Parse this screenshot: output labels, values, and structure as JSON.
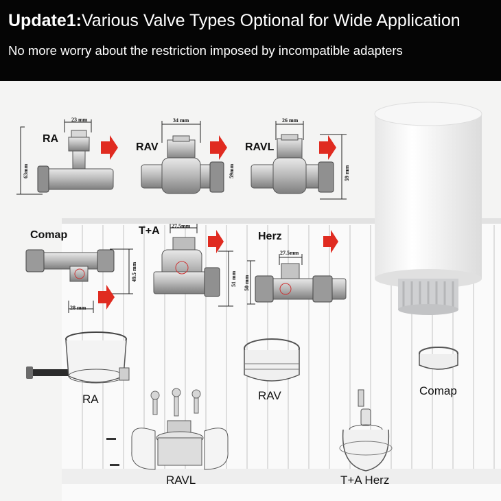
{
  "header": {
    "title_prefix": "Update1:",
    "title_rest": "Various Valve Types Optional for Wide Application",
    "subtitle": "No more worry about the restriction imposed by incompatible adapters"
  },
  "valves": [
    {
      "name": "RA",
      "top_dim": "23 mm",
      "side_dim": "63mm"
    },
    {
      "name": "RAV",
      "top_dim": "34 mm",
      "side_dim": "59mm"
    },
    {
      "name": "RAVL",
      "top_dim": "26 mm",
      "side_dim": "59 mm"
    },
    {
      "name": "Comap",
      "bottom_dim": "28 mm",
      "side_dim": "49.5 mm"
    },
    {
      "name": "T+A",
      "top_dim": "27.5mm",
      "side_dim": "51 mm"
    },
    {
      "name": "Herz",
      "top_dim": "27.5mm",
      "side_dim": "50 mm"
    }
  ],
  "adapters": [
    {
      "label": "RA"
    },
    {
      "label": "RAV"
    },
    {
      "label": "Comap"
    },
    {
      "label": "RAVL"
    },
    {
      "label": "T+A Herz"
    }
  ],
  "colors": {
    "header_bg": "#050505",
    "arrow_red": "#e02b20",
    "valve_metal": "#a9a9a9",
    "thermostat_white": "#fbfbfb"
  }
}
